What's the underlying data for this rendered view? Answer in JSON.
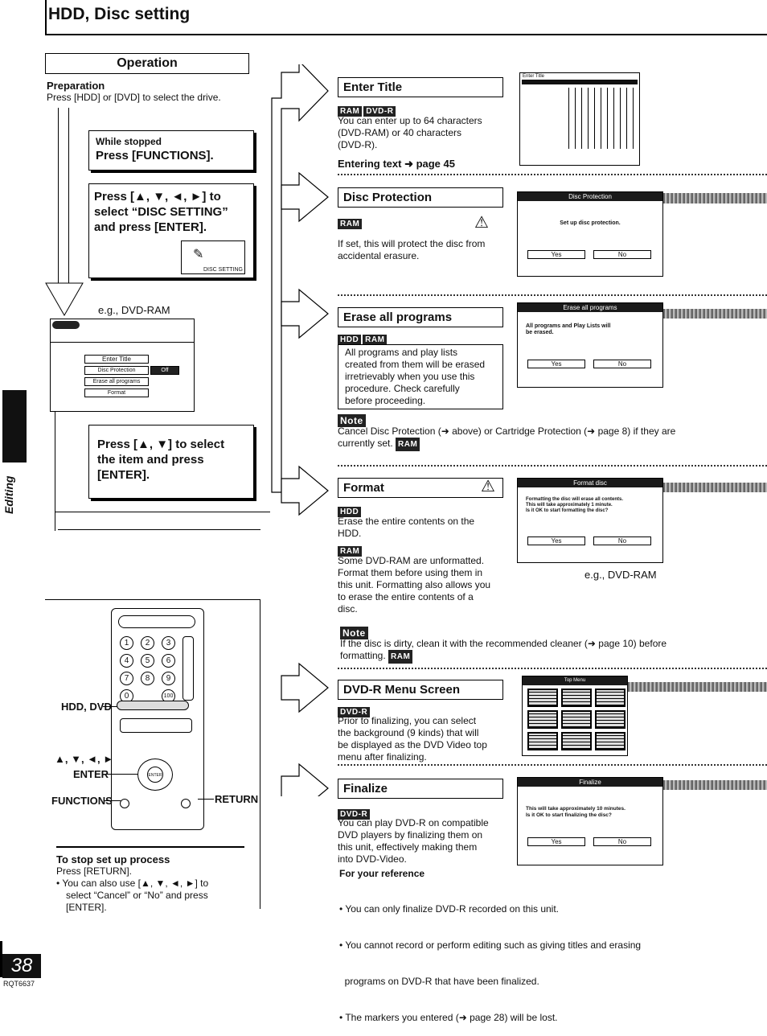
{
  "header": {
    "title": "HDD, Disc setting"
  },
  "operation": {
    "heading": "Operation",
    "prep_title": "Preparation",
    "prep_text": "Press [HDD] or [DVD] to select the drive.",
    "step1_small": "While stopped",
    "step1_main": "Press [FUNCTIONS].",
    "step2_line1": "Press [▲, ▼, ◄, ►] to",
    "step2_line2": "select “DISC SETTING”",
    "step2_line3": "and press [ENTER].",
    "disc_setting_label": "DISC SETTING",
    "eg_label": "e.g., DVD-RAM",
    "menu_items": [
      "Enter Title",
      "Disc Protection",
      "Erase all programs",
      "Format"
    ],
    "menu_off": "Off",
    "step3_line1": "Press [▲, ▼] to select",
    "step3_line2": "the item and press",
    "step3_line3": "[ENTER]."
  },
  "remote": {
    "label_hdd_dvd": "HDD, DVD",
    "label_arrows": "▲, ▼, ◄, ►",
    "label_enter": "ENTER",
    "label_functions": "FUNCTIONS",
    "label_return": "RETURN",
    "keys": [
      "1",
      "2",
      "3",
      "4",
      "5",
      "6",
      "7",
      "8",
      "9",
      "0",
      "100"
    ]
  },
  "stop": {
    "title": "To stop set up process",
    "text1": "Press [RETURN].",
    "text2": "• You can also use [▲, ▼, ◄, ►] to",
    "text3": "select “Cancel” or “No” and press",
    "text4": "[ENTER]."
  },
  "enter_title": {
    "heading": "Enter Title",
    "tags": [
      "RAM",
      "DVD-R"
    ],
    "line1": "You can enter up to 64 characters",
    "line2": "(DVD-RAM) or 40 characters",
    "line3": "(DVD-R).",
    "link": "Entering text ➜ page 45",
    "screen_title": "Enter Title"
  },
  "disc_protection": {
    "heading": "Disc Protection",
    "tag": "RAM",
    "line1": "If set, this will protect the disc from",
    "line2": "accidental erasure.",
    "screen_title": "Disc Protection",
    "screen_text": "Set up disc protection.",
    "yes": "Yes",
    "no": "No"
  },
  "erase_all": {
    "heading": "Erase all programs",
    "tags": [
      "HDD",
      "RAM"
    ],
    "lines": [
      "All programs and play lists",
      "created from them will be erased",
      "irretrievably when you use this",
      "procedure. Check carefully",
      "before proceeding."
    ],
    "screen_title": "Erase all programs",
    "screen_text1": "All programs and Play Lists will",
    "screen_text2": "be erased.",
    "yes": "Yes",
    "no": "No",
    "note_label": "Note",
    "note_line1": "Cancel Disc Protection (➜ above) or Cartridge Protection (➜ page 8) if they are",
    "note_line2": "currently set.",
    "note_tag": "RAM"
  },
  "format": {
    "heading": "Format",
    "tag_hdd": "HDD",
    "hdd_line1": "Erase the entire contents on the",
    "hdd_line2": "HDD.",
    "tag_ram": "RAM",
    "ram_lines": [
      "Some DVD-RAM are unformatted.",
      "Format them before using them in",
      "this unit. Formatting also allows you",
      "to erase the entire contents of a",
      "disc."
    ],
    "screen_title": "Format disc",
    "screen_text1": "Formatting the disc will erase all contents.",
    "screen_text2": "This will take approximately 1 minute.",
    "screen_text3": "Is it OK to start formatting the disc?",
    "yes": "Yes",
    "no": "No",
    "eg": "e.g., DVD-RAM",
    "note_label": "Note",
    "note_line1": "If the disc is dirty, clean it with the recommended cleaner (➜ page 10) before",
    "note_line2": "formatting.",
    "note_tag": "RAM"
  },
  "dvdr_menu": {
    "heading": "DVD-R Menu Screen",
    "tag": "DVD-R",
    "lines": [
      "Prior to finalizing, you can select",
      "the background (9 kinds) that will",
      "be displayed as the DVD Video top",
      "menu after finalizing."
    ],
    "screen_title": "Top Menu"
  },
  "finalize": {
    "heading": "Finalize",
    "tag": "DVD-R",
    "lines": [
      "You can play DVD-R on compatible",
      "DVD players by finalizing them on",
      "this unit, effectively making them",
      "into DVD-Video."
    ],
    "screen_title": "Finalize",
    "screen_text1": "This will take approximately 10 minutes.",
    "screen_text2": "Is it OK to start finalizing the disc?",
    "yes": "Yes",
    "no": "No",
    "ref_title": "For your reference",
    "ref_lines": [
      "• You can only finalize DVD-R recorded on this unit.",
      "• You cannot record or perform editing such as giving titles and erasing",
      "  programs on DVD-R that have been finalized.",
      "• The markers you entered (➜ page 28) will be lost."
    ]
  },
  "footer": {
    "side_label": "Editing",
    "page_number": "38",
    "code": "RQT6637"
  }
}
